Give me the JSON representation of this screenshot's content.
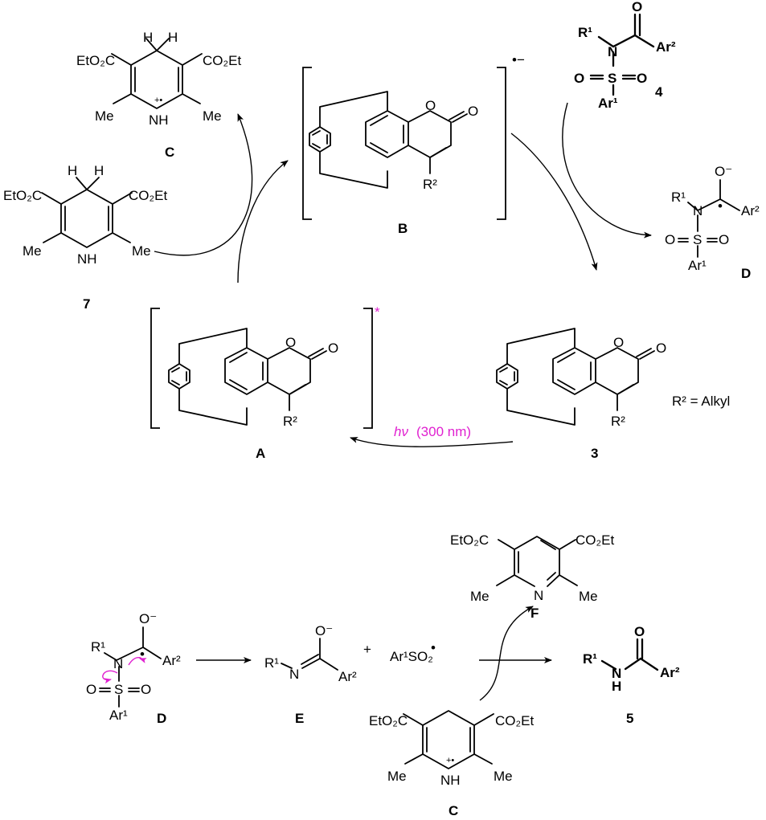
{
  "labels": {
    "A": "A",
    "B": "B",
    "C": "C",
    "C2": "C",
    "D": "D",
    "D2": "D",
    "E": "E",
    "F": "F",
    "n3": "3",
    "n4": "4",
    "n5": "5",
    "n7": "7"
  },
  "text": {
    "hv": "hν",
    "hv_wave": "(300 nm)",
    "r2_alkyl": "R² = Alkyl",
    "radical_anion": "•−",
    "excited": "*",
    "plus": "+",
    "ar1so2": "Ar¹SO₂"
  },
  "atoms": {
    "EtO2C": "EtO₂C",
    "CO2Et": "CO₂Et",
    "Me": "Me",
    "H": "H",
    "NH": "NH",
    "N": "N",
    "O": "O",
    "S": "S",
    "R1": "R¹",
    "R2": "R²",
    "Ar1": "Ar¹",
    "Ar2": "Ar²",
    "Ominus": "O⁻",
    "radcat": "+•",
    "dot": "•"
  },
  "colors": {
    "accent": "#e020d0",
    "ink": "#000000"
  }
}
